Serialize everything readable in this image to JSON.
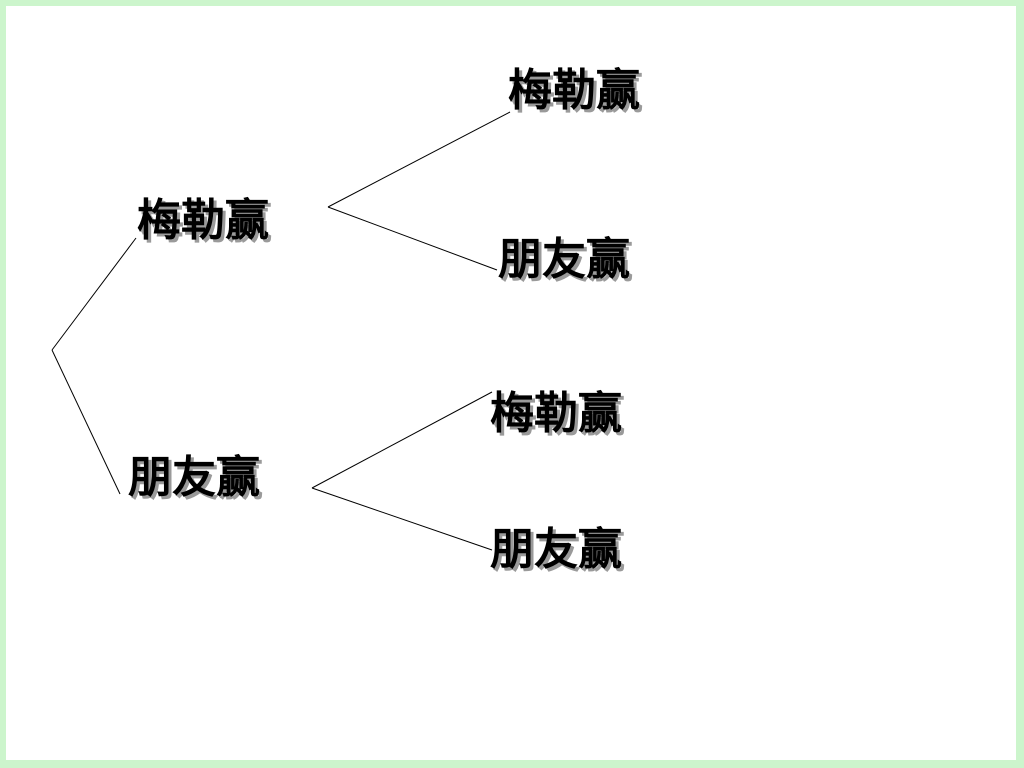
{
  "background_color": "#ccf5cc",
  "tree": {
    "level1": {
      "top": "梅勒赢",
      "bottom": "朋友赢"
    },
    "level2": {
      "top_branch": {
        "top": "梅勒赢",
        "bottom": "朋友赢"
      },
      "bottom_branch": {
        "top": "梅勒赢",
        "bottom": "朋友赢"
      }
    }
  }
}
